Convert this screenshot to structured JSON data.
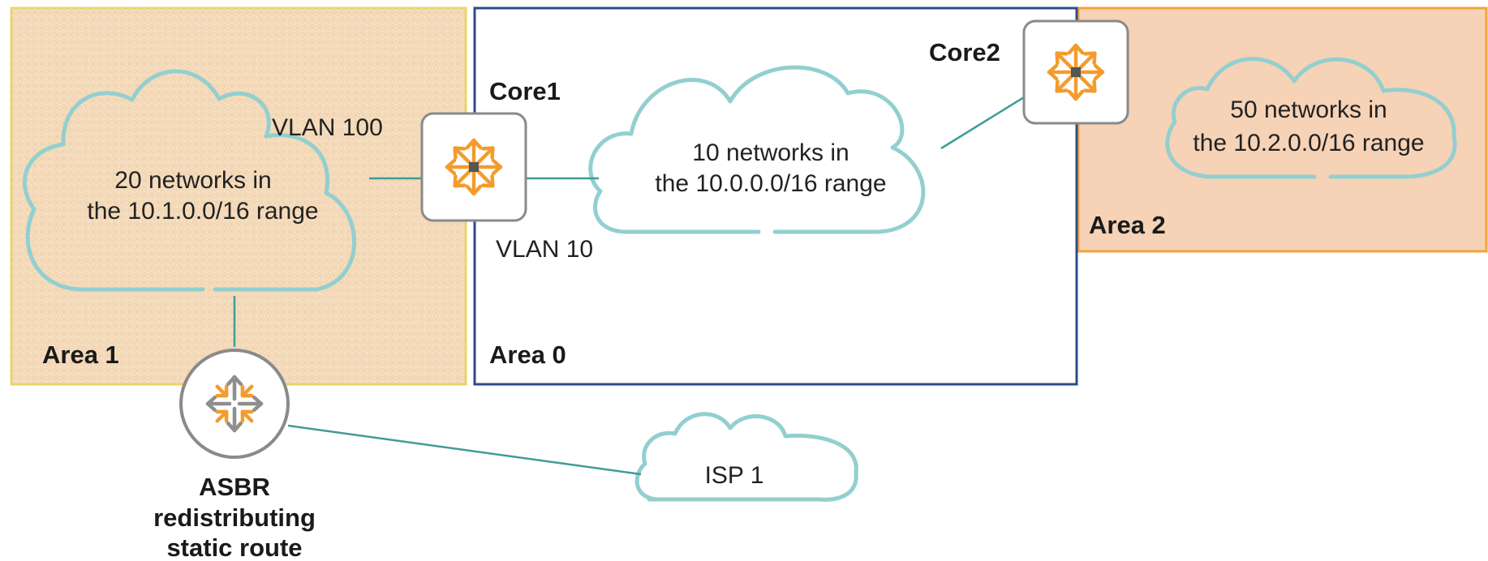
{
  "areas": [
    {
      "id": "area1",
      "label": "Area 1",
      "fill": "#f3d9b8",
      "border": "#e8d36a"
    },
    {
      "id": "area0",
      "label": "Area 0",
      "fill": "#ffffff",
      "border": "#2e4b8c"
    },
    {
      "id": "area2",
      "label": "Area 2",
      "fill": "#f6d2b6",
      "border": "#f2a43c"
    }
  ],
  "clouds": {
    "area1": {
      "line1": "20 networks in",
      "line2": "the 10.1.0.0/16 range"
    },
    "area0": {
      "line1": "10 networks in",
      "line2": "the 10.0.0.0/16 range"
    },
    "area2": {
      "line1": "50 networks in",
      "line2": "the 10.2.0.0/16 range"
    },
    "isp": {
      "line1": "ISP 1"
    }
  },
  "devices": {
    "core1": {
      "label": "Core1",
      "icon": "layer3-switch-icon"
    },
    "core2": {
      "label": "Core2",
      "icon": "layer3-switch-icon"
    },
    "asbr": {
      "line1": "ASBR",
      "line2": "redistributing",
      "line3": "static route",
      "icon": "router-icon"
    }
  },
  "vlans": {
    "vlan100": "VLAN 100",
    "vlan10": "VLAN 10"
  },
  "colors": {
    "cloud": "#93cfcf",
    "link": "#3f9c96",
    "arrow": "#f39c2e",
    "router_arrow": "#8e8e8e"
  }
}
